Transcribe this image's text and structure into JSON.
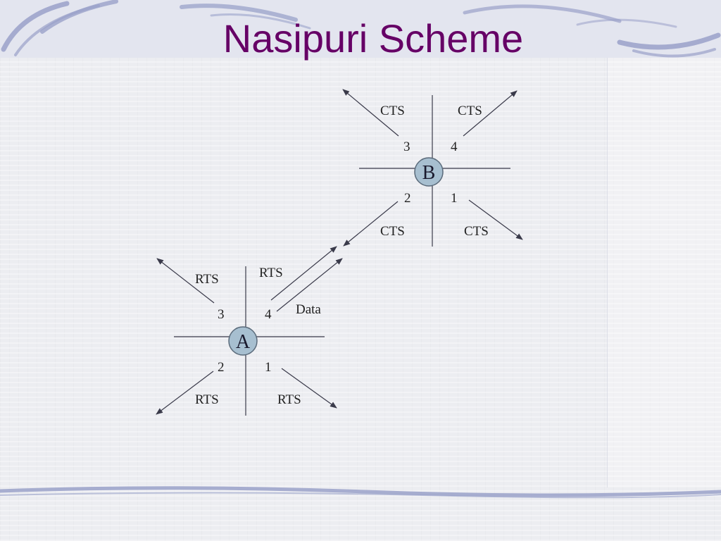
{
  "slide": {
    "title": "Nasipuri Scheme"
  },
  "diagram": {
    "node_b": {
      "label": "B",
      "sectors": [
        "1",
        "2",
        "3",
        "4"
      ],
      "arrows": [
        "CTS",
        "CTS",
        "CTS",
        "CTS"
      ]
    },
    "node_a": {
      "label": "A",
      "sectors": [
        "1",
        "2",
        "3",
        "4"
      ],
      "arrows": [
        "RTS",
        "RTS",
        "RTS",
        "RTS"
      ]
    },
    "link_labels": {
      "rts": "RTS",
      "data": "Data"
    }
  },
  "colors": {
    "title": "#660066",
    "node_fill": "#a7bfd0",
    "line": "#3a3a4a",
    "decor": "#8c94c4"
  }
}
